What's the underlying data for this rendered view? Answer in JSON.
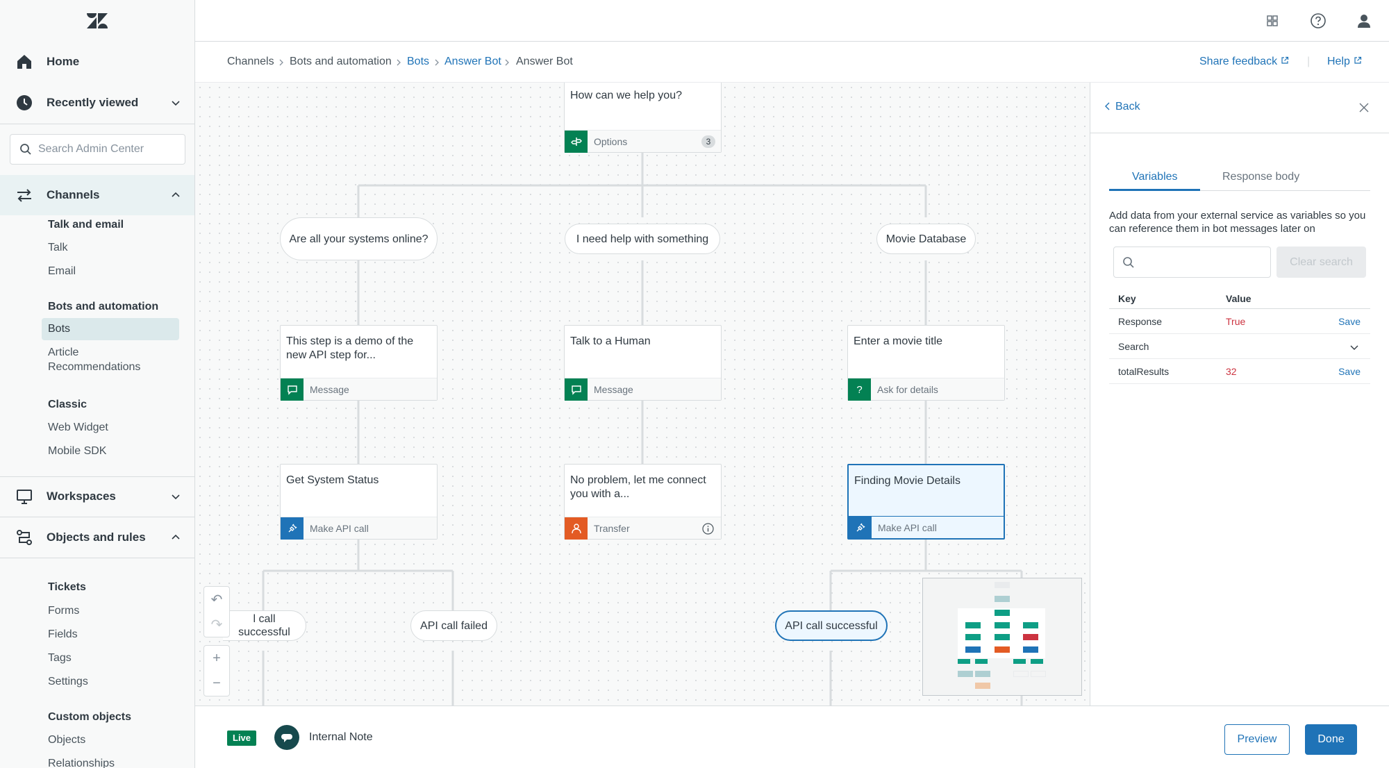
{
  "sidebar": {
    "home": "Home",
    "recently_viewed": "Recently viewed",
    "search_placeholder": "Search Admin Center",
    "channels": "Channels",
    "talk_and_email": "Talk and email",
    "talk": "Talk",
    "email": "Email",
    "bots_and_automation": "Bots and automation",
    "bots": "Bots",
    "article_recommendations_1": "Article",
    "article_recommendations_2": "Recommendations",
    "classic": "Classic",
    "web_widget": "Web Widget",
    "mobile_sdk": "Mobile SDK",
    "workspaces": "Workspaces",
    "objects_and_rules": "Objects and rules",
    "tickets": "Tickets",
    "forms": "Forms",
    "fields": "Fields",
    "tags": "Tags",
    "settings": "Settings",
    "custom_objects": "Custom objects",
    "objects": "Objects",
    "relationships": "Relationships"
  },
  "breadcrumb": {
    "channels": "Channels",
    "bots_and_automation": "Bots and automation",
    "bots": "Bots",
    "answer_bot_link": "Answer Bot",
    "answer_bot": "Answer Bot"
  },
  "header": {
    "share_feedback": "Share feedback",
    "help": "Help"
  },
  "flow": {
    "root": {
      "title": "How can we help you?",
      "type": "Options",
      "count": "3"
    },
    "branch1": {
      "label": "Are all your systems online?"
    },
    "branch2": {
      "label": "I need help with something"
    },
    "branch3": {
      "label": "Movie Database"
    },
    "step1a": {
      "title": "This step is a demo of the new API step for...",
      "type": "Message"
    },
    "step2a": {
      "title": "Talk to a Human",
      "type": "Message"
    },
    "step3a": {
      "title": "Enter a movie title",
      "type": "Ask for details"
    },
    "step1b": {
      "title": "Get System Status",
      "type": "Make API call"
    },
    "step2b": {
      "title": "No problem, let me connect you with a...",
      "type": "Transfer"
    },
    "step3b": {
      "title": "Finding Movie Details",
      "type": "Make API call"
    },
    "out1": {
      "label": "l call successful"
    },
    "out2": {
      "label": "API call failed"
    },
    "out3": {
      "label": "API call successful"
    }
  },
  "panel": {
    "back": "Back",
    "tab_variables": "Variables",
    "tab_response_body": "Response body",
    "description": "Add data from your external service as variables so you can reference them in bot messages later on",
    "search_placeholder": "",
    "clear_search": "Clear search",
    "col_key": "Key",
    "col_value": "Value",
    "rows": [
      {
        "key": "Response",
        "value": "True",
        "action": "Save"
      },
      {
        "key": "Search",
        "value": "",
        "action": ""
      },
      {
        "key": "totalResults",
        "value": "32",
        "action": "Save"
      }
    ]
  },
  "bottombar": {
    "status": "Live",
    "bot_name": "Internal Note",
    "preview": "Preview",
    "done": "Done"
  },
  "colors": {
    "accent": "#1f73b7",
    "message": "#038153",
    "api_call": "#1f73b7",
    "transfer": "#c72a1c",
    "live": "#038153"
  }
}
